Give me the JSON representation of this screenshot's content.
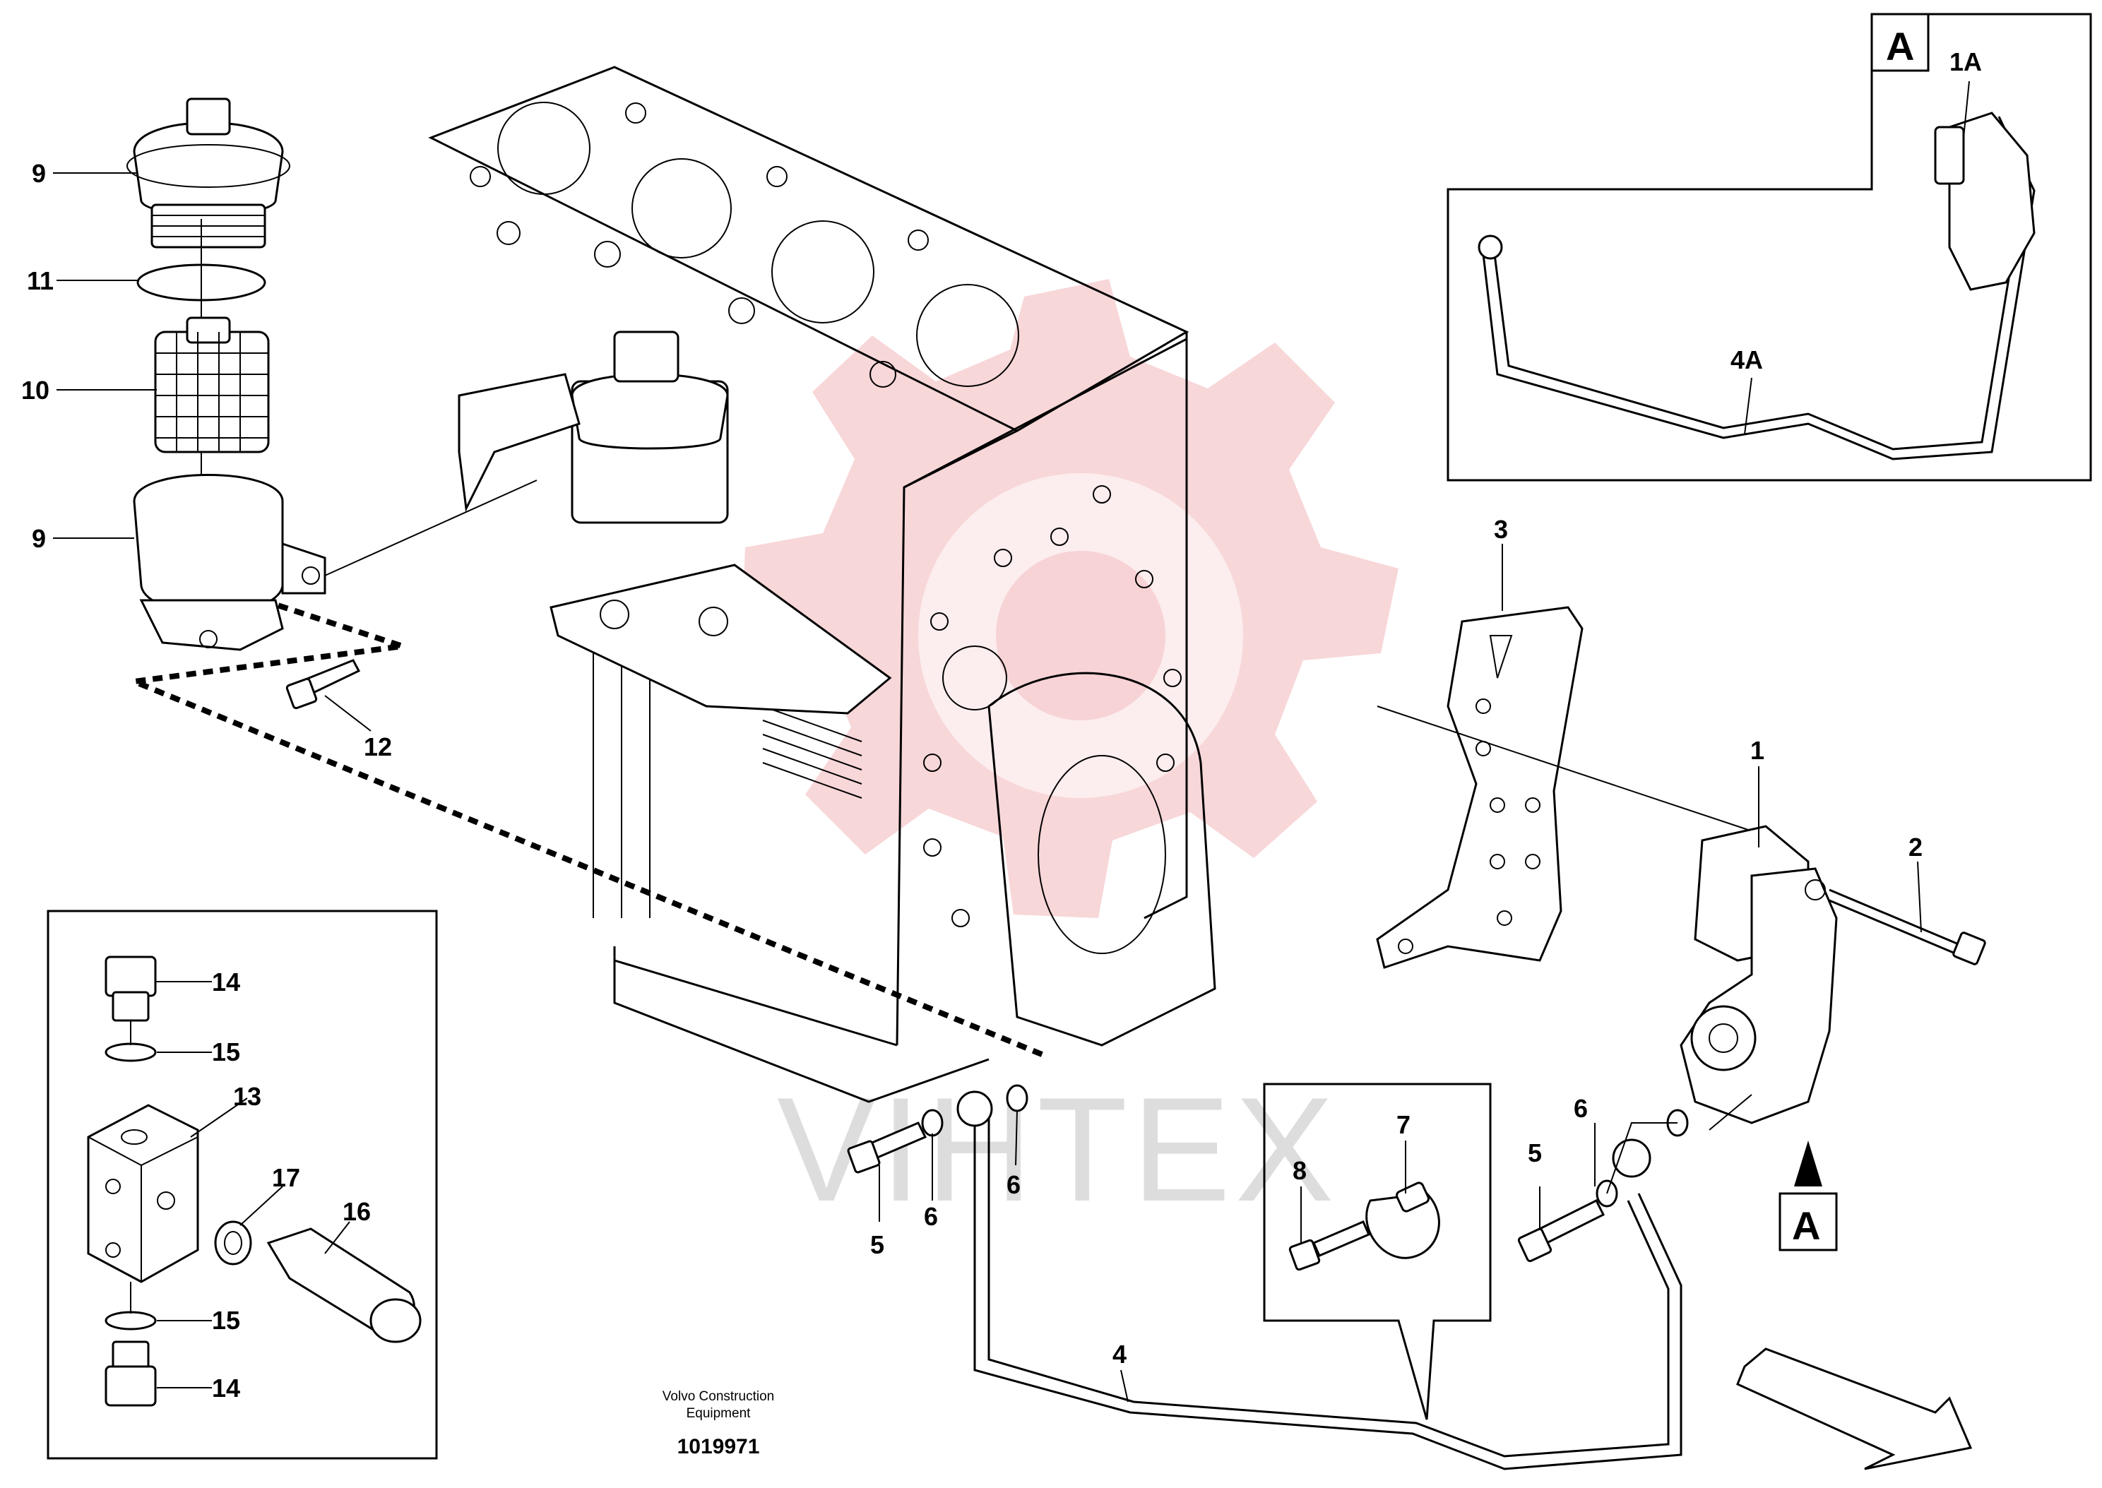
{
  "diagram": {
    "callouts": {
      "c1": "1",
      "c1a": "1A",
      "c2": "2",
      "c3": "3",
      "c4": "4",
      "c4a": "4A",
      "c5a": "5",
      "c5b": "5",
      "c6a": "6",
      "c6b": "6",
      "c6c": "6",
      "c7": "7",
      "c8": "8",
      "c9a": "9",
      "c9b": "9",
      "c10": "10",
      "c11": "11",
      "c12": "12",
      "c13": "13",
      "c14a": "14",
      "c14b": "14",
      "c15a": "15",
      "c15b": "15",
      "c16": "16",
      "c17": "17"
    },
    "view_box_label": "A",
    "view_marker_label": "A",
    "watermark": "VIHTEX",
    "footer": {
      "brand_line1": "Volvo Construction",
      "brand_line2": "Equipment",
      "doc_number": "1019971"
    }
  }
}
